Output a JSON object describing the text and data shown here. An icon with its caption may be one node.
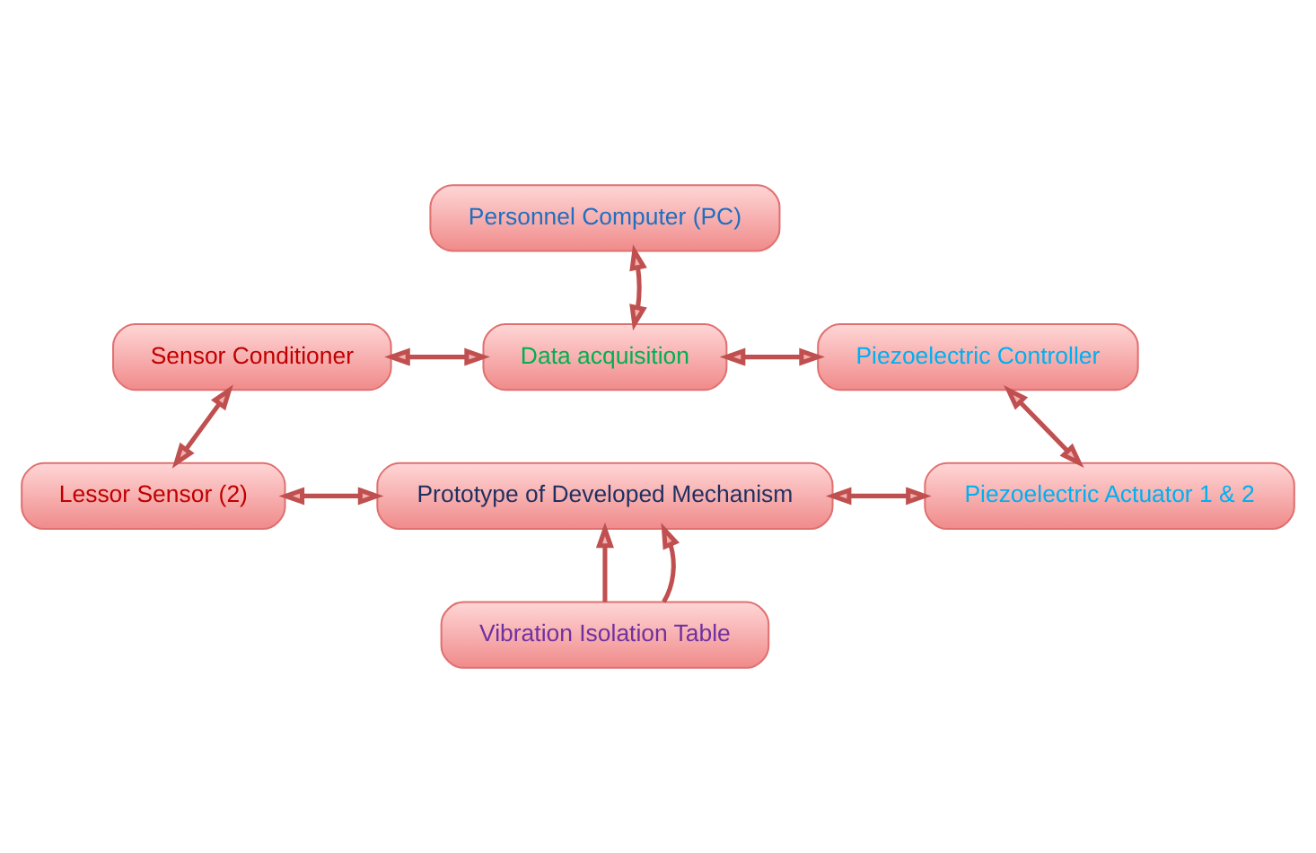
{
  "diagram": {
    "nodes": [
      {
        "text": [
          "Personnel Computer (PC)"
        ]
      },
      {
        "text": [
          "Sensor Conditioner"
        ]
      },
      {
        "text": [
          "Data acquisition"
        ]
      },
      {
        "text": [
          "Piezoelectric Controller"
        ]
      },
      {
        "text": [
          "Lessor Sensor (2)"
        ]
      },
      {
        "text": [
          "Prototype of Developed Mechanism"
        ]
      },
      {
        "text": [
          "Piezoelectric Actuator 1 & 2"
        ]
      },
      {
        "text": [
          "Vibration Isolation Table"
        ]
      }
    ],
    "edges": [
      {
        "from": 0,
        "to": 2,
        "arrow": "both"
      },
      {
        "from": 1,
        "to": 2,
        "arrow": "both"
      },
      {
        "from": 2,
        "to": 3,
        "arrow": "both"
      },
      {
        "from": 1,
        "to": 4,
        "arrow": "both"
      },
      {
        "from": 3,
        "to": 6,
        "arrow": "both"
      },
      {
        "from": 4,
        "to": 5,
        "arrow": "both"
      },
      {
        "from": 5,
        "to": 6,
        "arrow": "both"
      },
      {
        "from": 7,
        "to": 5,
        "arrow": "to"
      },
      {
        "from": 7,
        "to": 5,
        "arrow": "to"
      }
    ]
  }
}
